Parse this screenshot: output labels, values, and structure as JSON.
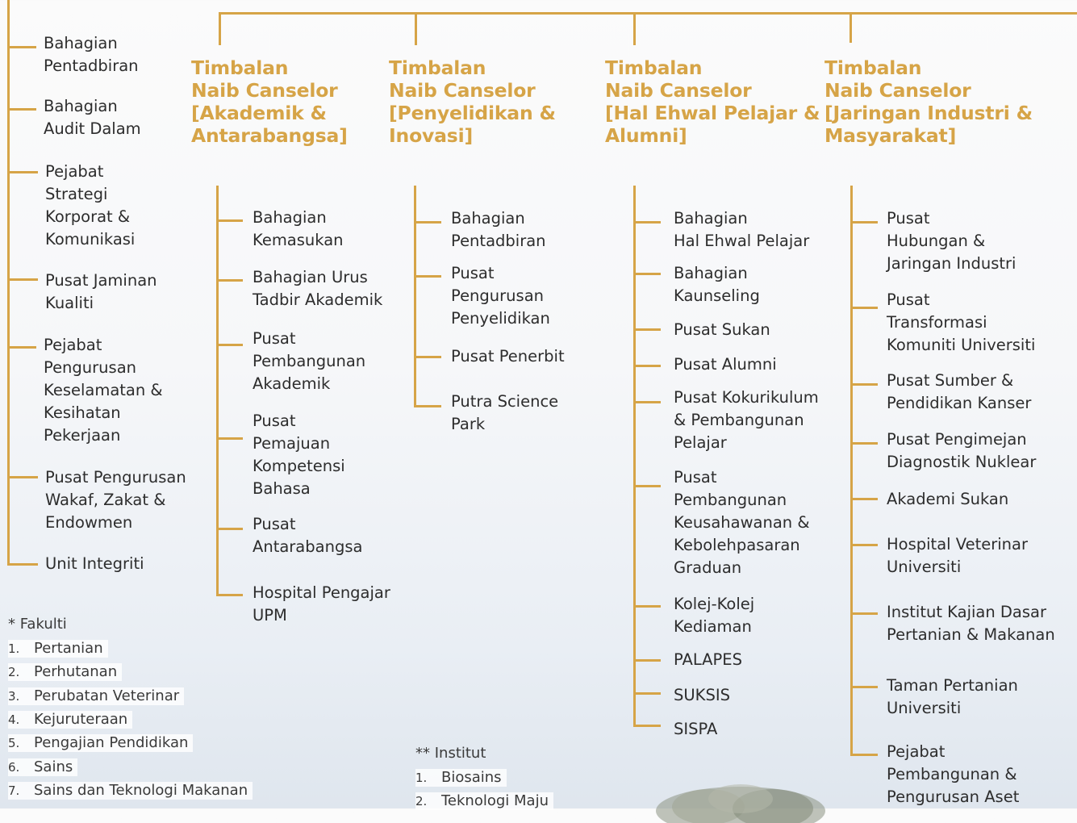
{
  "left_column": [
    {
      "lines": [
        "Bahagian",
        "Pentadbiran"
      ]
    },
    {
      "lines": [
        "Bahagian",
        "Audit Dalam"
      ]
    },
    {
      "lines": [
        "Pejabat",
        "Strategi",
        "Korporat &",
        "Komunikasi"
      ]
    },
    {
      "lines": [
        "Pusat Jaminan",
        "Kualiti"
      ]
    },
    {
      "lines": [
        "Pejabat",
        "Pengurusan",
        "Keselamatan &",
        "Kesihatan",
        "Pekerjaan"
      ]
    },
    {
      "lines": [
        "Pusat Pengurusan",
        "Wakaf, Zakat &",
        "Endowmen"
      ]
    },
    {
      "lines": [
        "Unit Integriti"
      ]
    }
  ],
  "columns": [
    {
      "heading": [
        "Timbalan",
        "Naib Canselor",
        "[Akademik &",
        "Antarabangsa]"
      ],
      "items": [
        {
          "lines": [
            "Bahagian",
            "Kemasukan"
          ]
        },
        {
          "lines": [
            "Bahagian Urus",
            "Tadbir Akademik"
          ]
        },
        {
          "lines": [
            "Pusat",
            "Pembangunan",
            "Akademik"
          ]
        },
        {
          "lines": [
            "Pusat",
            "Pemajuan",
            "Kompetensi",
            "Bahasa"
          ]
        },
        {
          "lines": [
            "Pusat",
            "Antarabangsa"
          ]
        },
        {
          "lines": [
            "Hospital Pengajar",
            "UPM"
          ]
        }
      ]
    },
    {
      "heading": [
        "Timbalan",
        "Naib Canselor",
        "[Penyelidikan &",
        "Inovasi]"
      ],
      "items": [
        {
          "lines": [
            "Bahagian",
            "Pentadbiran"
          ]
        },
        {
          "lines": [
            "Pusat",
            "Pengurusan",
            "Penyelidikan"
          ]
        },
        {
          "lines": [
            "Pusat Penerbit"
          ]
        },
        {
          "lines": [
            "Putra Science",
            "Park"
          ]
        }
      ]
    },
    {
      "heading": [
        "Timbalan",
        "Naib Canselor",
        "[Hal Ehwal Pelajar &",
        "Alumni]"
      ],
      "items": [
        {
          "lines": [
            "Bahagian",
            "Hal Ehwal Pelajar"
          ]
        },
        {
          "lines": [
            "Bahagian",
            "Kaunseling"
          ]
        },
        {
          "lines": [
            "Pusat Sukan"
          ]
        },
        {
          "lines": [
            "Pusat Alumni"
          ]
        },
        {
          "lines": [
            "Pusat Kokurikulum",
            "& Pembangunan",
            "Pelajar"
          ]
        },
        {
          "lines": [
            "Pusat",
            "Pembangunan",
            "Keusahawanan &",
            "Kebolehpasaran",
            "Graduan"
          ]
        },
        {
          "lines": [
            "Kolej-Kolej",
            "Kediaman"
          ]
        },
        {
          "lines": [
            "PALAPES"
          ]
        },
        {
          "lines": [
            "SUKSIS"
          ]
        },
        {
          "lines": [
            "SISPA"
          ]
        }
      ]
    },
    {
      "heading": [
        "Timbalan",
        "Naib Canselor",
        "[Jaringan Industri &",
        "Masyarakat]"
      ],
      "items": [
        {
          "lines": [
            "Pusat",
            "Hubungan &",
            "Jaringan Industri"
          ]
        },
        {
          "lines": [
            "Pusat",
            "Transformasi",
            "Komuniti Universiti"
          ]
        },
        {
          "lines": [
            "Pusat Sumber &",
            "Pendidikan Kanser"
          ]
        },
        {
          "lines": [
            "Pusat Pengimejan",
            "Diagnostik Nuklear"
          ]
        },
        {
          "lines": [
            "Akademi Sukan"
          ]
        },
        {
          "lines": [
            "Hospital Veterinar",
            "Universiti"
          ]
        },
        {
          "lines": [
            "Institut Kajian Dasar",
            "Pertanian & Makanan"
          ]
        },
        {
          "lines": [
            "Taman Pertanian",
            "Universiti"
          ]
        },
        {
          "lines": [
            "Pejabat",
            "Pembangunan &",
            "Pengurusan Aset"
          ]
        }
      ]
    }
  ],
  "fakulti": {
    "title": "* Fakulti",
    "items": [
      {
        "num": "1.",
        "name": "Pertanian"
      },
      {
        "num": "2.",
        "name": "Perhutanan"
      },
      {
        "num": "3.",
        "name": "Perubatan Veterinar"
      },
      {
        "num": "4.",
        "name": "Kejuruteraan"
      },
      {
        "num": "5.",
        "name": "Pengajian Pendidikan"
      },
      {
        "num": "6.",
        "name": "Sains"
      },
      {
        "num": "7.",
        "name": "Sains dan Teknologi Makanan"
      }
    ]
  },
  "institut": {
    "title": "** Institut",
    "items": [
      {
        "num": "1.",
        "name": "Biosains"
      },
      {
        "num": "2.",
        "name": "Teknologi Maju"
      }
    ]
  },
  "colors": {
    "accent": "#d6a447",
    "text": "#2d2d2d"
  }
}
